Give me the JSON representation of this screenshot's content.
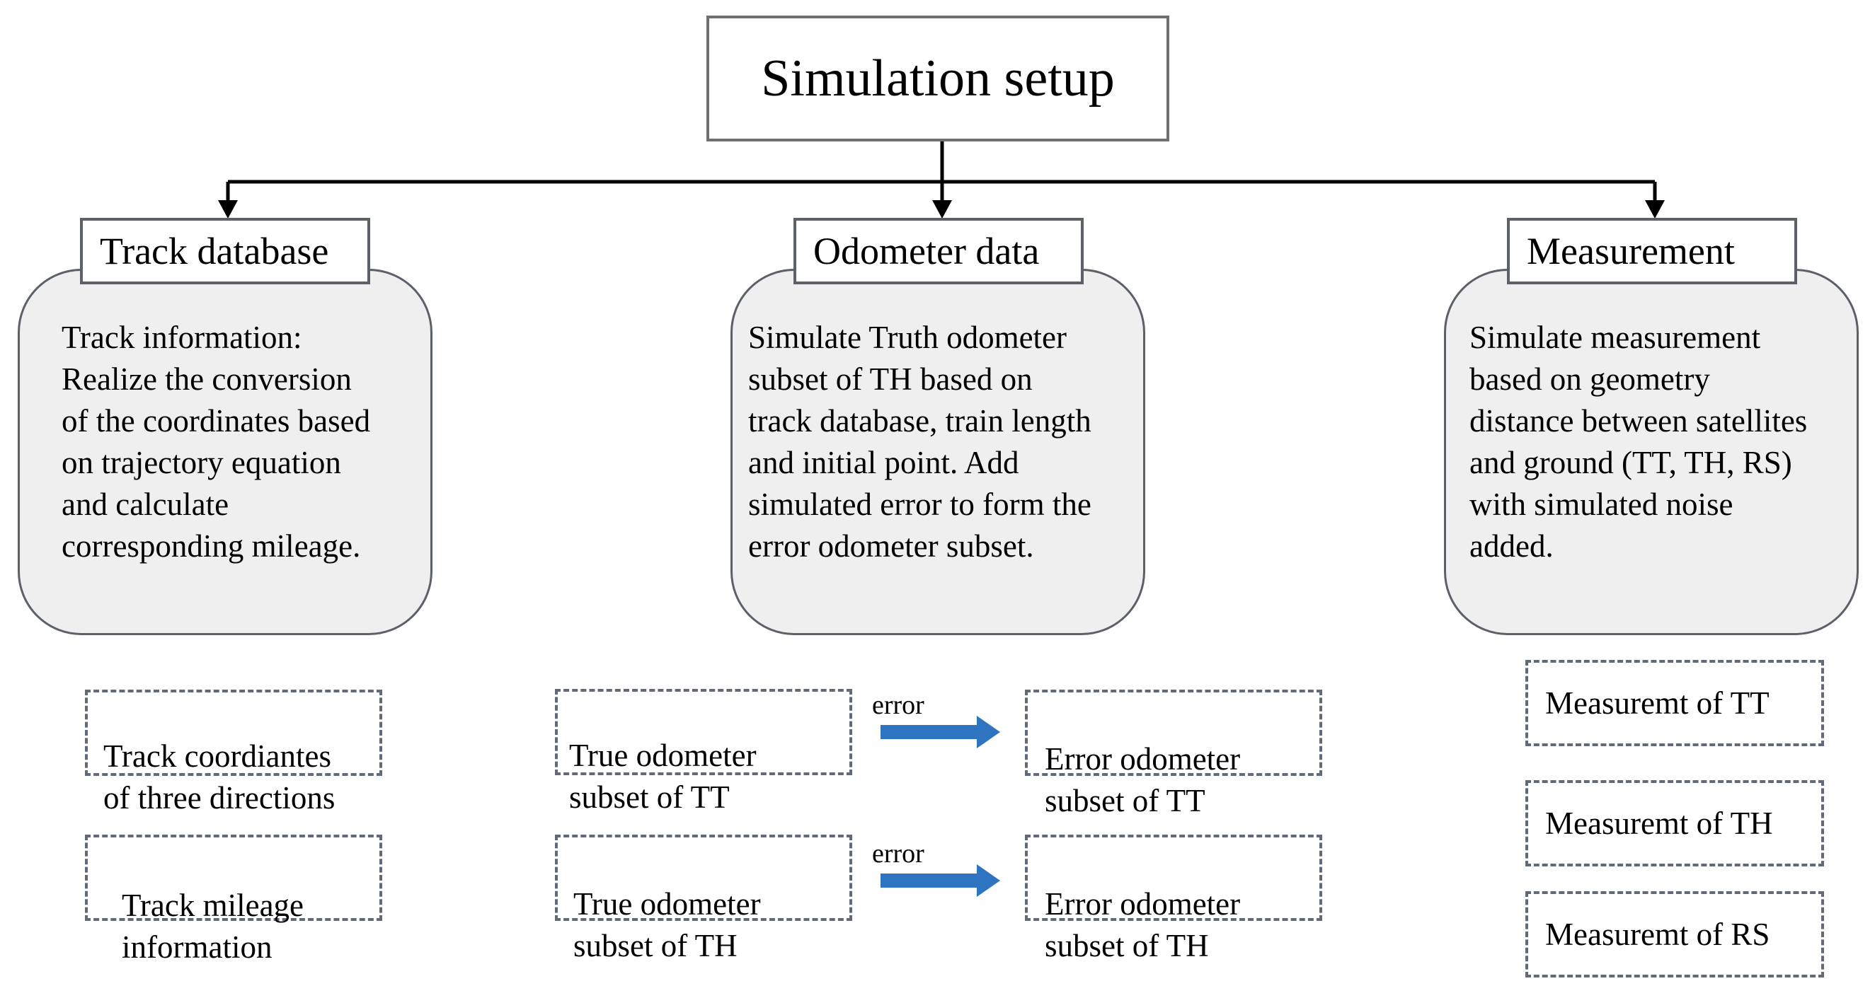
{
  "title": "Simulation setup",
  "columns": [
    {
      "header": "Track database",
      "description": "Track information:\nRealize the conversion\nof the coordinates based\non trajectory equation\nand calculate\ncorresponding mileage.",
      "outputs": [
        "Track coordiantes\nof three directions",
        "Track mileage\ninformation"
      ]
    },
    {
      "header": "Odometer data",
      "description": "Simulate Truth odometer\nsubset of TH based on\ntrack database, train length\nand initial point. Add\nsimulated error to form the\nerror odometer subset.",
      "outputs_true": [
        "True odometer\nsubset of TT",
        "True odometer\nsubset of TH"
      ],
      "arrow_label": "error",
      "outputs_error": [
        "Error odometer\nsubset of TT",
        "Error odometer\nsubset of TH"
      ]
    },
    {
      "header": "Measurement",
      "description": "Simulate measurement\nbased on geometry\ndistance between satellites\nand ground (TT, TH, RS)\nwith simulated noise\nadded.",
      "outputs": [
        "Measuremt of TT",
        "Measuremt of TH",
        "Measuremt of RS"
      ]
    }
  ],
  "colors": {
    "box_border": "#5c6068",
    "panel_fill": "#efeff0",
    "dashed_border": "#626a78",
    "error_arrow": "#2f74c0"
  }
}
